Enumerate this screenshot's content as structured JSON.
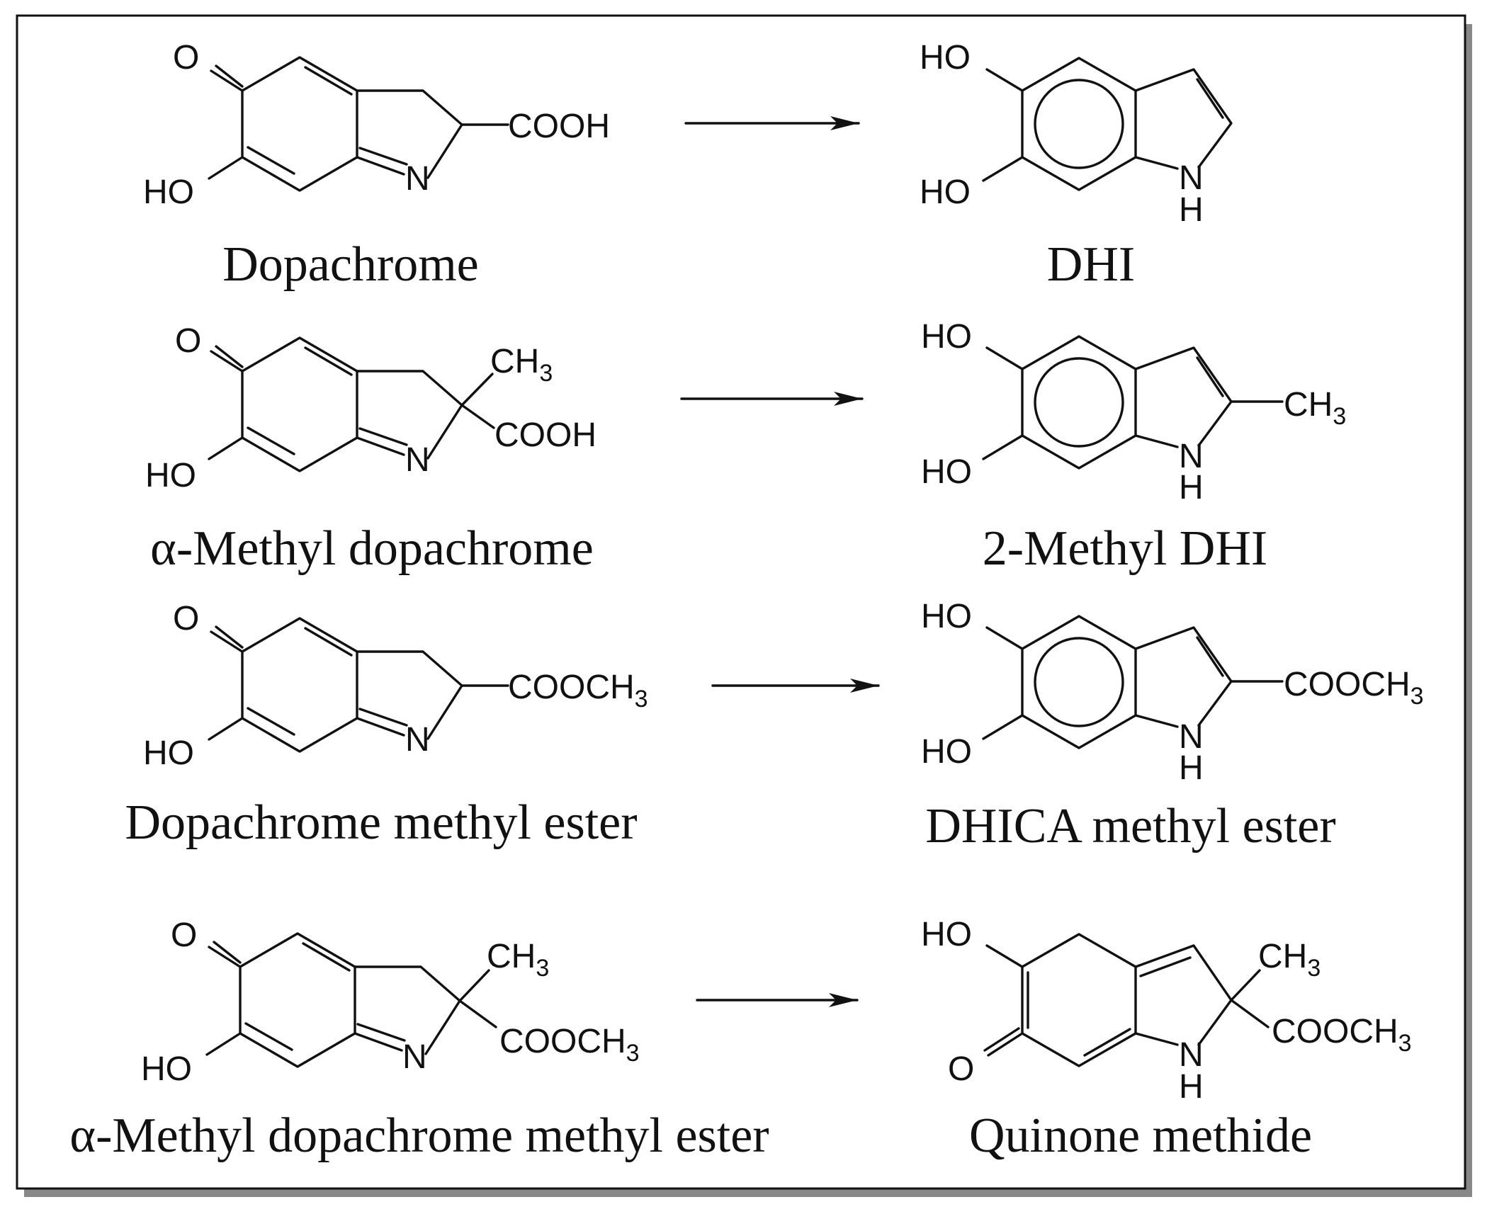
{
  "colors": {
    "ink": "#111111",
    "frame_shadow": "#888888",
    "background": "#ffffff"
  },
  "atoms": {
    "o": "O",
    "ho": "HO",
    "n": "N",
    "h": "H",
    "cooh": "COOH",
    "cooch": "COOCH",
    "ch": "CH",
    "sub3": "3"
  },
  "reactions": [
    {
      "reactant": "Dopachrome",
      "product": "DHI"
    },
    {
      "reactant": "α-Methyl dopachrome",
      "product": "2-Methyl DHI"
    },
    {
      "reactant": "Dopachrome methyl ester",
      "product": "DHICA methyl ester"
    },
    {
      "reactant": "α-Methyl dopachrome methyl ester",
      "product": "Quinone methide"
    }
  ]
}
